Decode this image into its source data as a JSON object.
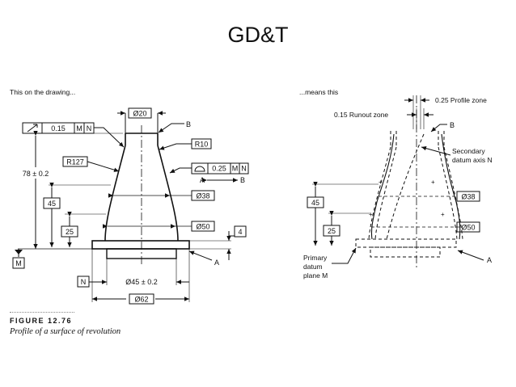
{
  "slide": {
    "title": "GD&T"
  },
  "left": {
    "heading": "This on the drawing...",
    "frame_runout": "0.15",
    "frame_m": "M",
    "frame_n": "N",
    "dim_top_dia": "Ø20",
    "label_b": "B",
    "radius_r10": "R10",
    "radius_r127": "R127",
    "frame_profile": "0.25",
    "frame_profile_m": "M",
    "frame_profile_n": "N",
    "label_a_arrow": "A",
    "label_b_arrow": "B",
    "dim_height": "78 ± 0.2",
    "dim_45": "45",
    "dim_25": "25",
    "dim_dia38": "Ø38",
    "dim_dia50": "Ø50",
    "dim_4": "4",
    "datum_m": "M",
    "label_a": "A",
    "datum_n": "N",
    "dim_dia45": "Ø45 ± 0.2",
    "dim_dia62": "Ø62"
  },
  "right": {
    "heading": "...means this",
    "profile_zone": "0.25 Profile zone",
    "runout_zone": "0.15 Runout zone",
    "label_b": "B",
    "secondary_1": "Secondary",
    "secondary_2": "datum axis N",
    "dim_45": "45",
    "dim_25": "25",
    "dim_dia38": "Ø38",
    "dim_dia50": "Ø50",
    "primary_1": "Primary",
    "primary_2": "datum",
    "primary_3": "plane M",
    "label_a": "A"
  },
  "caption": {
    "number": "FIGURE 12.76",
    "text": "Profile of a surface of revolution"
  }
}
